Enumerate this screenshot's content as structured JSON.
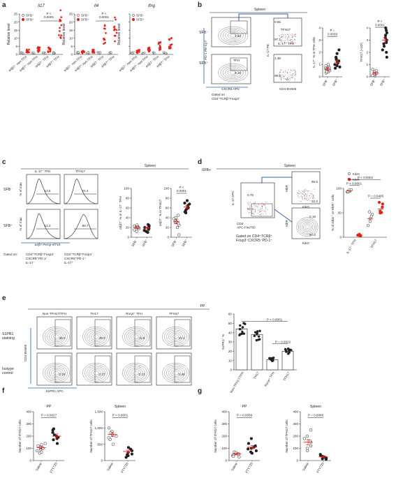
{
  "colors": {
    "red": "#e2231a",
    "blue": "#2d63b1",
    "black": "#231f20",
    "gray": "#9b9b9b"
  },
  "panel_a": {
    "letter": "a",
    "plots": [
      {
        "gene": "Il17",
        "legend": [
          "SFB⁻",
          "SFB⁺"
        ],
        "pval": "P <\n0.0001",
        "ylabel": "Relative level"
      },
      {
        "gene": "Il4",
        "legend": [
          "SFB⁻",
          "SFB⁺"
        ],
        "pval": "P <\n0.0001",
        "ylabel": "Relative level"
      },
      {
        "gene": "Ifng",
        "legend": [
          "SFB⁻",
          "SFB⁺"
        ],
        "pval": "",
        "ylabel": "Relative level"
      }
    ],
    "categories": [
      "α4β7⁻ non-TFH",
      "α4β7⁺ non-TFH",
      "α4β7⁻ TFH",
      "α4β7⁺ TFH"
    ]
  },
  "panel_b": {
    "letter": "b",
    "header": "Spleen",
    "rows": [
      "SFB⁻",
      "SFB⁺"
    ],
    "gate1": [
      "3.82",
      "8.16"
    ],
    "gate1_label": "TFH",
    "gate2_top": [
      "0.56",
      "1.38"
    ],
    "gate2_bot": [
      "97.1",
      "98.0"
    ],
    "gate2_top_label": "TFH17",
    "gate2_bot_label": "IL-17⁻ TFH",
    "xlabel1": "CXCR5 APC",
    "ylabel1": "PD-1 PE-Cy7",
    "xlabel2": "CD4 BV605",
    "ylabel2": "IL-17 PE",
    "gated_on": "Gated on\nCD4⁺TCRβ⁺Foxp3⁻",
    "chart1": {
      "ylabel": "IL-17⁺ % in TFH cells",
      "pval": "P =\n0.0039",
      "cats": [
        "SFB⁻",
        "SFB⁺"
      ],
      "yticks": [
        "0",
        "1",
        "2",
        "3",
        "4"
      ]
    },
    "chart2": {
      "ylabel": "TFH17 (×10²)",
      "pval": "P <\n0.0001",
      "cats": [
        "SFB⁻",
        "SFB⁺"
      ],
      "yticks": [
        "0",
        "1",
        "2",
        "3",
        "4"
      ]
    }
  },
  "panel_c": {
    "letter": "c",
    "header": "Spleen",
    "cols": [
      "IL-17⁻ TFH",
      "TFH17"
    ],
    "rows": [
      "SFB⁻",
      "SFB⁺"
    ],
    "gates": [
      "13.5",
      "21.4",
      "14.3",
      "80.7"
    ],
    "ylabel": "% of max",
    "xlabel": "α4β7 Percp-ef710",
    "gated_on_label": "Gated on:",
    "gated_on_1": "CD4⁺TCRβ⁺Foxp3⁻\nCXCR5⁺PD-1⁺\nIL-17⁻",
    "gated_on_2": "CD4⁺TCRβ⁺Foxp3⁻\nCXCR5⁺PD-1⁺\nIL-17⁺",
    "chart1": {
      "ylabel": "α4β7⁺ % in IL-17⁻ TFH",
      "cats": [
        "SFB⁻",
        "SFB⁺"
      ],
      "yticks": [
        "0",
        "20",
        "40",
        "60",
        "80",
        "100"
      ]
    },
    "chart2": {
      "ylabel": "α4β7⁺ % in TFH17",
      "pval": "P <\n0.0001",
      "cats": [
        "SFB⁻",
        "SFB⁺"
      ],
      "yticks": [
        "0",
        "20",
        "40",
        "60",
        "80",
        "100"
      ]
    }
  },
  "panel_d": {
    "letter": "d",
    "header1": "SFB+",
    "header2": "Spleen",
    "gate_a": [
      "0.75",
      "97.4"
    ],
    "gate_b": [
      "65.5",
      "32.2"
    ],
    "gate_c": [
      "0.19",
      "97.2"
    ],
    "xlabel1": "CD4\nAPC-Fire750",
    "ylabel1": "IL-17 APC",
    "xlabel2": "KikG",
    "ylabel2": "KikR",
    "gated_on": "Gated on CD4⁺TCRβ⁺\nFoxp3⁻CXCR5⁺PD-1⁺",
    "chart": {
      "ylabel": "% of KikG⁺ or KikR⁺ cells",
      "legend": [
        "KikG",
        "KikR"
      ],
      "pvals": [
        "P < 0.0001",
        "P < 0.0001",
        "P = 0.0495"
      ],
      "cats": [
        "IL-17⁻ TFH",
        "TFH17"
      ],
      "yticks": [
        "0",
        "50",
        "100"
      ]
    }
  },
  "panel_e": {
    "letter": "e",
    "header": "PP",
    "cols": [
      "Non-TFH17/TFH",
      "TH17",
      "Rorγt⁺ TFH",
      "TFH17"
    ],
    "rows": [
      "S1PR1\nstaining",
      "Isotype\ncontrol"
    ],
    "gates_top": [
      "36.4",
      "49.3",
      "11.6",
      "21.1"
    ],
    "gates_bot": [
      "0.15",
      "0.27",
      "0.13",
      "0.48"
    ],
    "ylabel": "CD4 BV605",
    "xlabel": "S1PR1 APC",
    "chart": {
      "ylabel": "S1PR1⁺ %",
      "pvals": [
        "P < 0.0001",
        "P = 0.0022"
      ],
      "cats": [
        "Non-TFH17/TFH",
        "TH17",
        "Rorγt⁺ TFH",
        "TFH17"
      ],
      "yticks": [
        "0",
        "10",
        "20",
        "30",
        "40",
        "50",
        "60"
      ]
    }
  },
  "panel_f": {
    "letter": "f",
    "charts": [
      {
        "title": "PP",
        "pval": "P = 0.0027",
        "ylabel": "Number of TFH17 cells",
        "cats": [
          "Saline",
          "FTY720"
        ],
        "yticks": [
          "0",
          "100",
          "200",
          "300",
          "400"
        ]
      },
      {
        "title": "Spleen",
        "pval": "P < 0.0001",
        "ylabel": "Number of TFH17 cells",
        "cats": [
          "Saline",
          "FTY720"
        ],
        "yticks": [
          "0",
          "500",
          "1,000",
          "1,500"
        ]
      }
    ]
  },
  "panel_g": {
    "letter": "g",
    "charts": [
      {
        "title": "PP",
        "pval": "P = 0.0059",
        "ylabel": "Number of TFH17 cells",
        "cats": [
          "Saline",
          "FTY720"
        ],
        "yticks": [
          "0",
          "100",
          "200",
          "300",
          "400"
        ]
      },
      {
        "title": "Spleen",
        "pval": "P = 0.0086",
        "ylabel": "Number of TFH17 cells",
        "cats": [
          "Saline",
          "FTY720"
        ],
        "yticks": [
          "0",
          "100",
          "200",
          "300",
          "400"
        ]
      }
    ]
  },
  "chart_data": [
    {
      "type": "scatter",
      "panel": "b1",
      "categories": [
        "SFB⁻",
        "SFB⁺"
      ],
      "means": [
        0.65,
        1.2
      ],
      "ylim": [
        0,
        4
      ]
    },
    {
      "type": "scatter",
      "panel": "b2",
      "categories": [
        "SFB⁻",
        "SFB⁺"
      ],
      "means": [
        0.3,
        3.0
      ],
      "ylim": [
        0,
        4
      ]
    },
    {
      "type": "scatter",
      "panel": "c1",
      "categories": [
        "SFB⁻",
        "SFB⁺"
      ],
      "means": [
        20,
        19
      ],
      "ylim": [
        0,
        100
      ]
    },
    {
      "type": "scatter",
      "panel": "c2",
      "categories": [
        "SFB⁻",
        "SFB⁺"
      ],
      "means": [
        32,
        62
      ],
      "ylim": [
        0,
        100
      ]
    },
    {
      "type": "scatter",
      "panel": "d",
      "categories": [
        "IL-17⁻ TFH KikG",
        "IL-17⁻ TFH KikR",
        "TFH17 KikG",
        "TFH17 KikR"
      ],
      "means": [
        95,
        4,
        38,
        58
      ],
      "ylim": [
        0,
        100
      ]
    },
    {
      "type": "bar",
      "panel": "e",
      "categories": [
        "Non-TFH17/TFH",
        "TH17",
        "Rorγt⁺ TFH",
        "TFH17"
      ],
      "values": [
        44,
        38,
        11,
        20
      ],
      "ylim": [
        0,
        60
      ]
    },
    {
      "type": "scatter",
      "panel": "f-PP",
      "categories": [
        "Saline",
        "FTY720"
      ],
      "means": [
        105,
        200
      ],
      "ylim": [
        0,
        400
      ]
    },
    {
      "type": "scatter",
      "panel": "f-Spleen",
      "categories": [
        "Saline",
        "FTY720"
      ],
      "means": [
        800,
        280
      ],
      "ylim": [
        0,
        1500
      ]
    },
    {
      "type": "scatter",
      "panel": "g-PP",
      "categories": [
        "Saline",
        "FTY720"
      ],
      "means": [
        55,
        110
      ],
      "ylim": [
        0,
        400
      ]
    },
    {
      "type": "scatter",
      "panel": "g-Spleen",
      "categories": [
        "Saline",
        "FTY720"
      ],
      "means": [
        150,
        30
      ],
      "ylim": [
        0,
        400
      ]
    }
  ]
}
